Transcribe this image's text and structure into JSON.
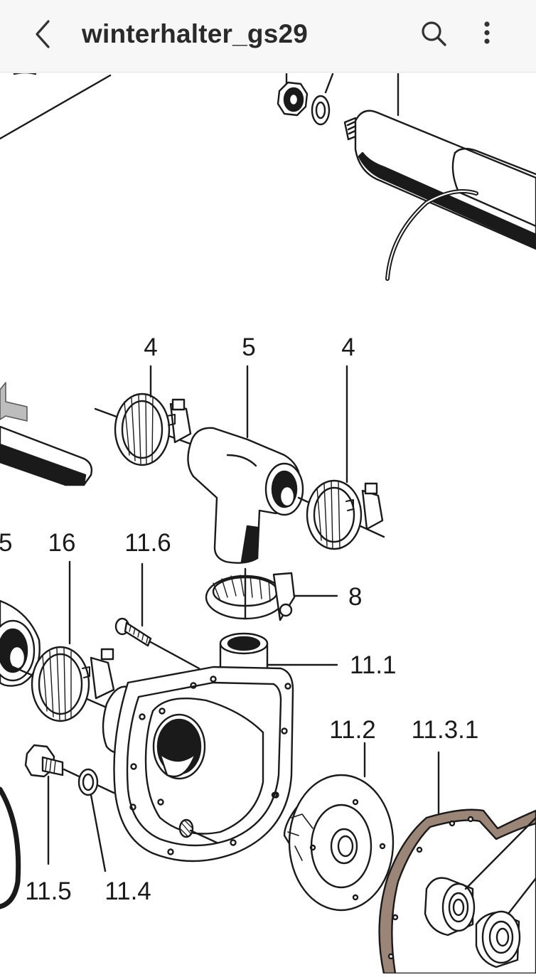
{
  "app_bar": {
    "title": "winterhalter_gs29",
    "back_icon": "chevron-left-icon",
    "search_icon": "search-icon",
    "more_icon": "more-vertical-icon"
  },
  "diagram": {
    "labels": {
      "l_4a": "4",
      "l_5": "5",
      "l_4b": "4",
      "l_15": "5",
      "l_16": "16",
      "l_11_6": "11.6",
      "l_8": "8",
      "l_11_1": "11.1",
      "l_11_2": "11.2",
      "l_11_3_1": "11.3.1",
      "l_11_5": "11.5",
      "l_11_4": "11.4"
    },
    "colors": {
      "ink": "#1a1a1a",
      "gasket": "#9a8576",
      "arrow": "#bdbdbd"
    }
  }
}
